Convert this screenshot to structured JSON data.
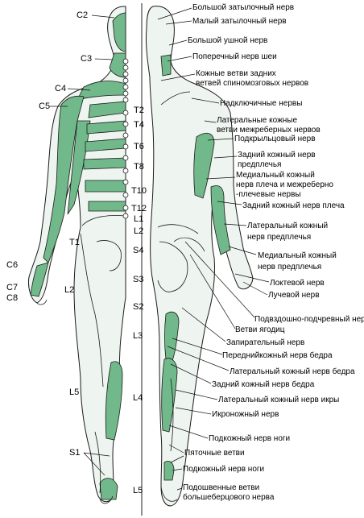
{
  "colors": {
    "dermatome": "#71b98a",
    "dermatome_dark": "#2f7a4d",
    "skin": "#eef4ef",
    "outline": "#1b1b1b",
    "line": "#111111"
  },
  "segments": [
    {
      "id": "c2",
      "text": "C2"
    },
    {
      "id": "c3",
      "text": "C3"
    },
    {
      "id": "c4",
      "text": "C4"
    },
    {
      "id": "c5",
      "text": "C5"
    },
    {
      "id": "t2",
      "text": "T2"
    },
    {
      "id": "t4",
      "text": "T4"
    },
    {
      "id": "t6",
      "text": "T6"
    },
    {
      "id": "t8",
      "text": "T8"
    },
    {
      "id": "t10",
      "text": "T10"
    },
    {
      "id": "t12",
      "text": "T12"
    },
    {
      "id": "l1",
      "text": "L1"
    },
    {
      "id": "l2r",
      "text": "L2"
    },
    {
      "id": "t1",
      "text": "T1"
    },
    {
      "id": "s4",
      "text": "S4"
    },
    {
      "id": "c6",
      "text": "C6"
    },
    {
      "id": "s3",
      "text": "S3"
    },
    {
      "id": "c7",
      "text": "C7"
    },
    {
      "id": "c8",
      "text": "C8"
    },
    {
      "id": "l2l",
      "text": "L2"
    },
    {
      "id": "s2",
      "text": "S2"
    },
    {
      "id": "l3",
      "text": "L3"
    },
    {
      "id": "l5a",
      "text": "L5"
    },
    {
      "id": "l4",
      "text": "L4"
    },
    {
      "id": "s1",
      "text": "S1"
    },
    {
      "id": "l5b",
      "text": "L5"
    }
  ],
  "nerves": [
    {
      "id": "n1",
      "lines": [
        "Большой затылочный нерв"
      ]
    },
    {
      "id": "n2",
      "lines": [
        "Малый затылочный нерв"
      ]
    },
    {
      "id": "n3",
      "lines": [
        "Большой ушной нерв"
      ]
    },
    {
      "id": "n4",
      "lines": [
        "Поперечный нерв шеи"
      ]
    },
    {
      "id": "n5",
      "lines": [
        "Кожные  ветви задних",
        "ветвей спиномозговых нервов"
      ]
    },
    {
      "id": "n6",
      "lines": [
        "Надключичные нервы"
      ]
    },
    {
      "id": "n7",
      "lines": [
        "Латеральные кожные",
        "ветви межреберных нервов"
      ]
    },
    {
      "id": "n8",
      "lines": [
        "Подкрыльцовый нерв"
      ]
    },
    {
      "id": "n9",
      "lines": [
        "Задний кожный нерв",
        "предплечья"
      ]
    },
    {
      "id": "n10",
      "lines": [
        "Медиальный кожный",
        "нерв плеча и межреберно",
        "-плечевые нервы"
      ]
    },
    {
      "id": "n11",
      "lines": [
        "Задний кожный нерв плеча"
      ]
    },
    {
      "id": "n12",
      "lines": [
        "Латеральный кожный",
        "нерв предплечья"
      ]
    },
    {
      "id": "n13",
      "lines": [
        "Медиальный кожный",
        "нерв предплечья"
      ]
    },
    {
      "id": "n14",
      "lines": [
        "Локтевой нерв"
      ]
    },
    {
      "id": "n15",
      "lines": [
        "Лучевой нерв"
      ]
    },
    {
      "id": "n16",
      "lines": [
        "Подвздошно-подчревный нерв"
      ]
    },
    {
      "id": "n17",
      "lines": [
        "Ветви ягодиц"
      ]
    },
    {
      "id": "n18",
      "lines": [
        "Запирательный нерв"
      ]
    },
    {
      "id": "n19",
      "lines": [
        "Переднийкожный нерв бедра"
      ]
    },
    {
      "id": "n20",
      "lines": [
        "Латеральный кожный нерв бедра"
      ]
    },
    {
      "id": "n21",
      "lines": [
        "Задний кожный нерв бедра"
      ]
    },
    {
      "id": "n22",
      "lines": [
        "Латеральный кожный нерв икры"
      ]
    },
    {
      "id": "n23",
      "lines": [
        "Икроножный нерв"
      ]
    },
    {
      "id": "n24",
      "lines": [
        "Подкожный нерв ноги"
      ]
    },
    {
      "id": "n25",
      "lines": [
        "Пяточные ветви"
      ]
    },
    {
      "id": "n26",
      "lines": [
        "Подкожный нерв ноги"
      ]
    },
    {
      "id": "n27",
      "lines": [
        "Подошвенные ветви",
        "большеберцового нерва"
      ]
    }
  ]
}
